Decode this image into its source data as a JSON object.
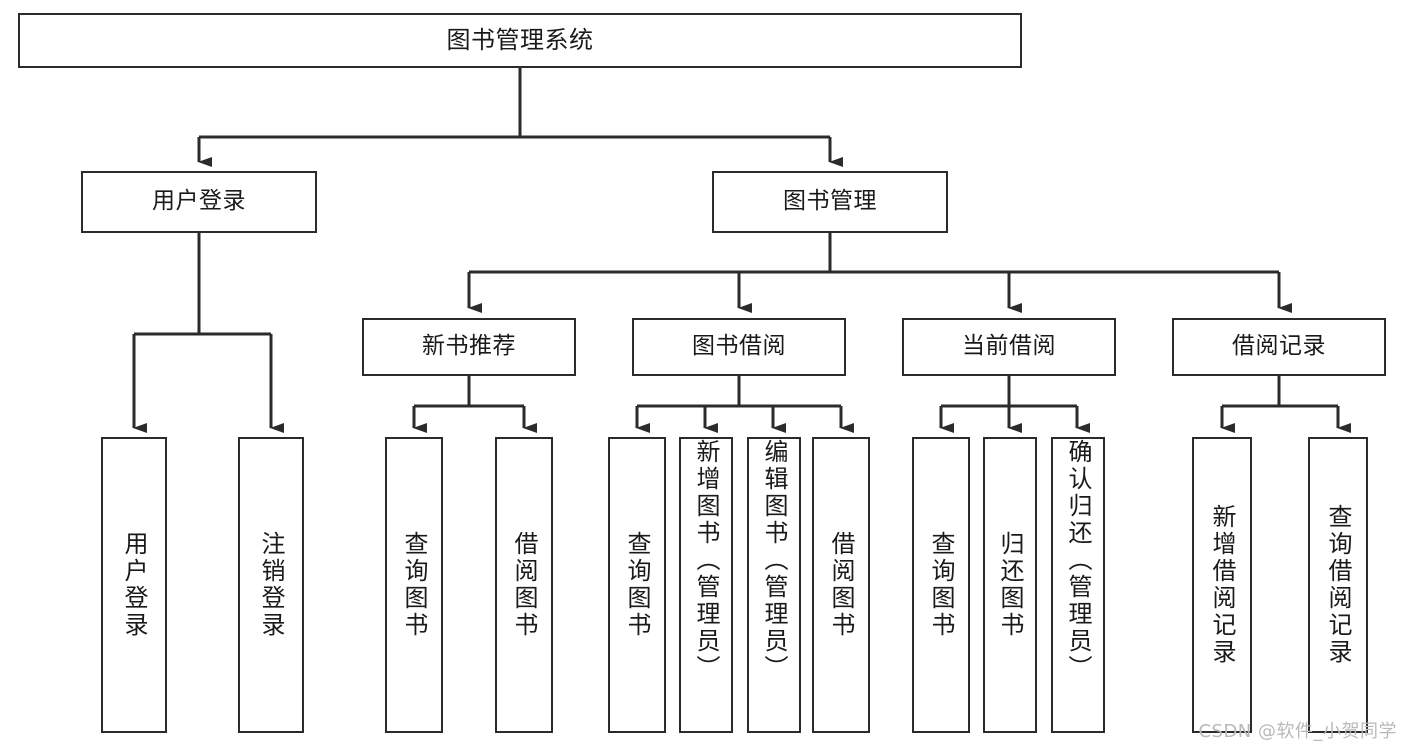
{
  "diagram": {
    "title": "图书管理系统",
    "type": "hierarchy-tree",
    "watermark": "CSDN @软件_小贺同学",
    "colors": {
      "stroke": "#2b2b2b",
      "fill": "#ffffff",
      "text": "#1a1a1a",
      "watermark": "#b9b9b9"
    },
    "nodes": [
      {
        "id": "root",
        "label": "图书管理系统",
        "level": 0,
        "orient": "horizontal"
      },
      {
        "id": "login",
        "label": "用户登录",
        "level": 1,
        "orient": "horizontal"
      },
      {
        "id": "bookmgmt",
        "label": "图书管理",
        "level": 1,
        "orient": "horizontal"
      },
      {
        "id": "newbook",
        "label": "新书推荐",
        "level": 2,
        "orient": "horizontal"
      },
      {
        "id": "borrow",
        "label": "图书借阅",
        "level": 2,
        "orient": "horizontal"
      },
      {
        "id": "current",
        "label": "当前借阅",
        "level": 2,
        "orient": "horizontal"
      },
      {
        "id": "records",
        "label": "借阅记录",
        "level": 2,
        "orient": "horizontal"
      },
      {
        "id": "leaf-1",
        "label": "用户登录",
        "level": 3,
        "orient": "vertical",
        "parent": "login"
      },
      {
        "id": "leaf-2",
        "label": "注销登录",
        "level": 3,
        "orient": "vertical",
        "parent": "login"
      },
      {
        "id": "leaf-3",
        "label": "查询图书",
        "level": 3,
        "orient": "vertical",
        "parent": "newbook"
      },
      {
        "id": "leaf-4",
        "label": "借阅图书",
        "level": 3,
        "orient": "vertical",
        "parent": "newbook"
      },
      {
        "id": "leaf-5",
        "label": "查询图书",
        "level": 3,
        "orient": "vertical",
        "parent": "borrow"
      },
      {
        "id": "leaf-6",
        "label": "新增图书（管理员）",
        "level": 3,
        "orient": "vertical",
        "parent": "borrow"
      },
      {
        "id": "leaf-7",
        "label": "编辑图书（管理员）",
        "level": 3,
        "orient": "vertical",
        "parent": "borrow"
      },
      {
        "id": "leaf-8",
        "label": "借阅图书",
        "level": 3,
        "orient": "vertical",
        "parent": "borrow"
      },
      {
        "id": "leaf-9",
        "label": "查询图书",
        "level": 3,
        "orient": "vertical",
        "parent": "current"
      },
      {
        "id": "leaf-10",
        "label": "归还图书",
        "level": 3,
        "orient": "vertical",
        "parent": "current"
      },
      {
        "id": "leaf-11",
        "label": "确认归还（管理员）",
        "level": 3,
        "orient": "vertical",
        "parent": "current"
      },
      {
        "id": "leaf-12",
        "label": "新增借阅记录",
        "level": 3,
        "orient": "vertical",
        "parent": "records"
      },
      {
        "id": "leaf-13",
        "label": "查询借阅记录",
        "level": 3,
        "orient": "vertical",
        "parent": "records"
      }
    ],
    "edges": [
      {
        "from": "root",
        "to": "login"
      },
      {
        "from": "root",
        "to": "bookmgmt"
      },
      {
        "from": "login",
        "to": "leaf-1"
      },
      {
        "from": "login",
        "to": "leaf-2"
      },
      {
        "from": "bookmgmt",
        "to": "newbook"
      },
      {
        "from": "bookmgmt",
        "to": "borrow"
      },
      {
        "from": "bookmgmt",
        "to": "current"
      },
      {
        "from": "bookmgmt",
        "to": "records"
      },
      {
        "from": "newbook",
        "to": "leaf-3"
      },
      {
        "from": "newbook",
        "to": "leaf-4"
      },
      {
        "from": "borrow",
        "to": "leaf-5"
      },
      {
        "from": "borrow",
        "to": "leaf-6"
      },
      {
        "from": "borrow",
        "to": "leaf-7"
      },
      {
        "from": "borrow",
        "to": "leaf-8"
      },
      {
        "from": "current",
        "to": "leaf-9"
      },
      {
        "from": "current",
        "to": "leaf-10"
      },
      {
        "from": "current",
        "to": "leaf-11"
      },
      {
        "from": "records",
        "to": "leaf-12"
      },
      {
        "from": "records",
        "to": "leaf-13"
      }
    ]
  }
}
